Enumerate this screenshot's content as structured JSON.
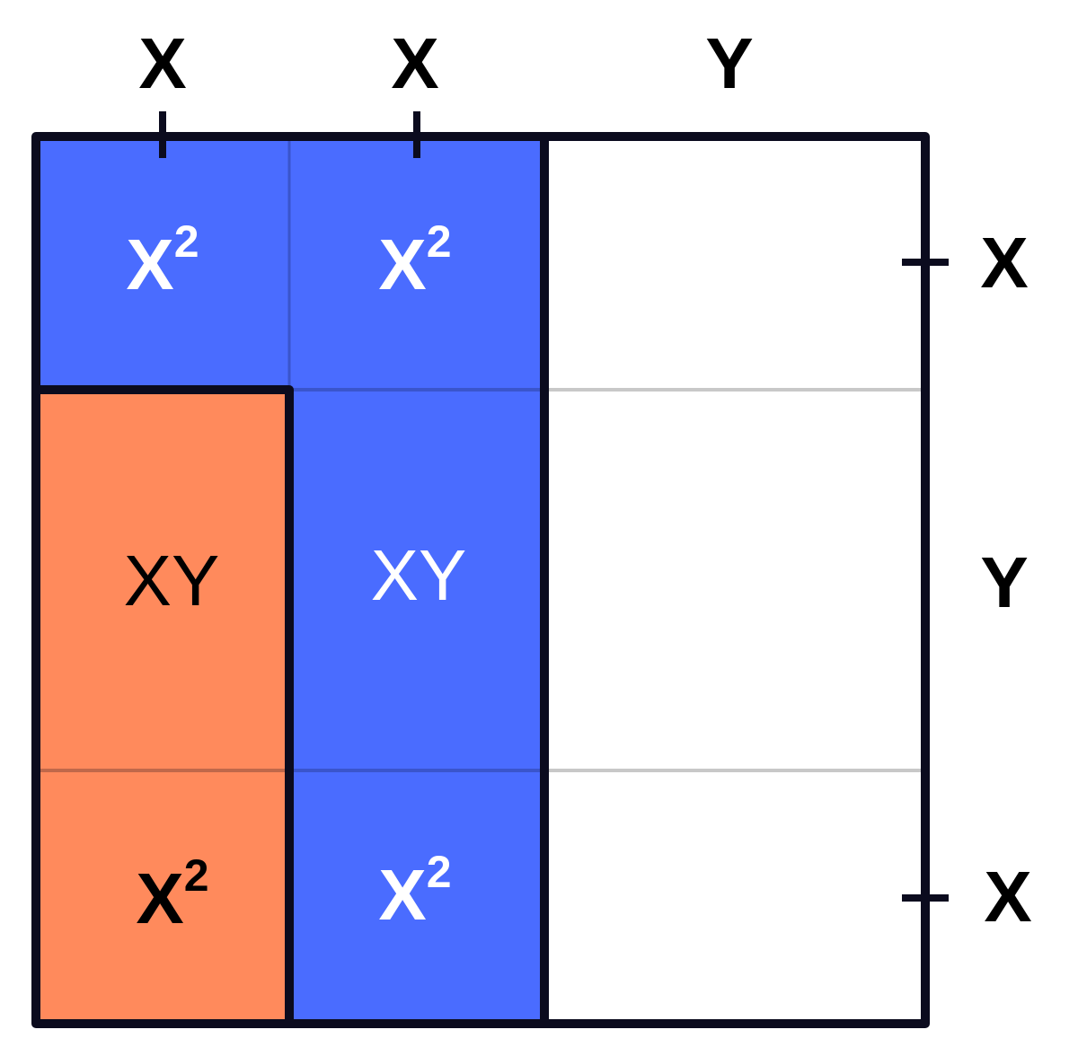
{
  "colors": {
    "blue": "#4a6cff",
    "orange": "#ff8a5c",
    "outline": "#0b0b1e",
    "divider_light": "#c8c8c8",
    "divider_blue": "#3a55cc",
    "divider_orange": "#c0684a"
  },
  "top_labels": [
    "X",
    "X",
    "Y"
  ],
  "right_labels": [
    "X",
    "Y",
    "X"
  ],
  "cells": {
    "blue_top_left": {
      "base": "X",
      "exp": "2"
    },
    "blue_top_mid": {
      "base": "X",
      "exp": "2"
    },
    "orange_mid": {
      "text": "XY"
    },
    "blue_mid": {
      "text": "XY"
    },
    "orange_bottom": {
      "base": "X",
      "exp": "2"
    },
    "blue_bottom": {
      "base": "X",
      "exp": "2"
    }
  }
}
